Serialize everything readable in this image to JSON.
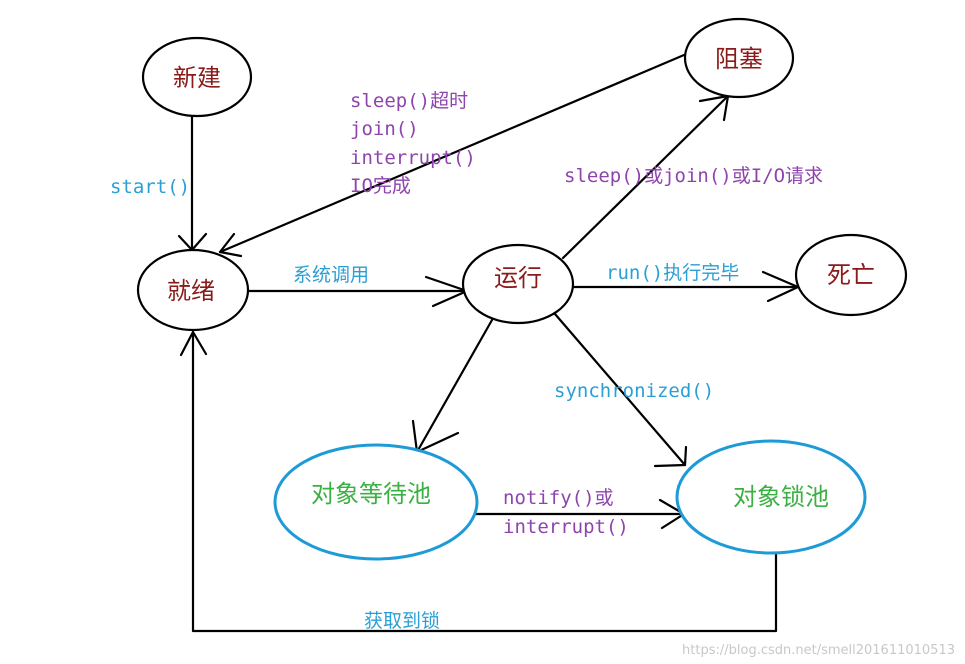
{
  "colors": {
    "line": "#000000",
    "state_text": "#8b1a1a",
    "pool_text": "#3cb043",
    "pool_border": "#1e9bd7",
    "label_blue": "#2a9fd6",
    "label_purple": "#8e44ad",
    "watermark": "#c8c8c8"
  },
  "states": {
    "new": "新建",
    "blocked": "阻塞",
    "ready": "就绪",
    "running": "运行",
    "dead": "死亡",
    "wait_pool": "对象等待池",
    "lock_pool": "对象锁池"
  },
  "transitions": {
    "start": "start()",
    "blocked_to_ready": [
      "sleep()超时",
      "join()",
      "interrupt()",
      "IO完成"
    ],
    "system_call": "系统调用",
    "to_blocked": "sleep()或join()或I/O请求",
    "run_done": "run()执行完毕",
    "synchronized": "synchronized()",
    "notify": [
      "notify()或",
      "interrupt()"
    ],
    "acquire_lock": "获取到锁"
  },
  "watermark": "https://blog.csdn.net/smell201611010513"
}
